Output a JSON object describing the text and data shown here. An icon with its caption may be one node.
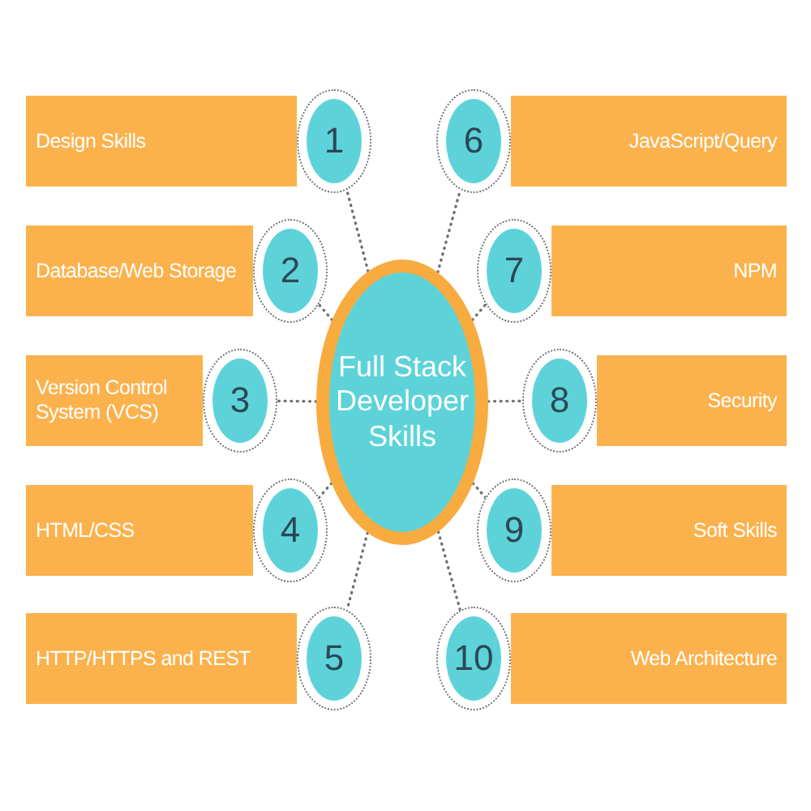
{
  "diagram": {
    "nodes": [
      {
        "text": [
          "Full Stack Developer Skills"
        ]
      },
      {
        "text": [
          "Design Skills"
        ]
      },
      {
        "text": [
          "1"
        ]
      },
      {
        "text": [
          "Database/Web Storage"
        ]
      },
      {
        "text": [
          "2"
        ]
      },
      {
        "text": [
          "Version Control System (VCS)"
        ]
      },
      {
        "text": [
          "3"
        ]
      },
      {
        "text": [
          "HTML/CSS"
        ]
      },
      {
        "text": [
          "4"
        ]
      },
      {
        "text": [
          "HTTP/HTTPS and REST"
        ]
      },
      {
        "text": [
          "5"
        ]
      },
      {
        "text": [
          "6"
        ]
      },
      {
        "text": [
          "JavaScript/Query"
        ]
      },
      {
        "text": [
          "7"
        ]
      },
      {
        "text": [
          "NPM"
        ]
      },
      {
        "text": [
          "8"
        ]
      },
      {
        "text": [
          "Security"
        ]
      },
      {
        "text": [
          "9"
        ]
      },
      {
        "text": [
          "Soft Skills"
        ]
      },
      {
        "text": [
          "10"
        ]
      },
      {
        "text": [
          "Web Architecture"
        ]
      }
    ],
    "edges": [
      {
        "from": 0,
        "to": 2,
        "arrow": "none",
        "style": "dashed"
      },
      {
        "from": 0,
        "to": 4,
        "arrow": "none",
        "style": "dashed"
      },
      {
        "from": 0,
        "to": 6,
        "arrow": "none",
        "style": "dashed"
      },
      {
        "from": 0,
        "to": 8,
        "arrow": "none",
        "style": "dashed"
      },
      {
        "from": 0,
        "to": 10,
        "arrow": "none",
        "style": "dashed"
      },
      {
        "from": 0,
        "to": 11,
        "arrow": "none",
        "style": "dashed"
      },
      {
        "from": 0,
        "to": 13,
        "arrow": "none",
        "style": "dashed"
      },
      {
        "from": 0,
        "to": 15,
        "arrow": "none",
        "style": "dashed"
      },
      {
        "from": 0,
        "to": 17,
        "arrow": "none",
        "style": "dashed"
      },
      {
        "from": 0,
        "to": 19,
        "arrow": "none",
        "style": "dashed"
      }
    ]
  }
}
